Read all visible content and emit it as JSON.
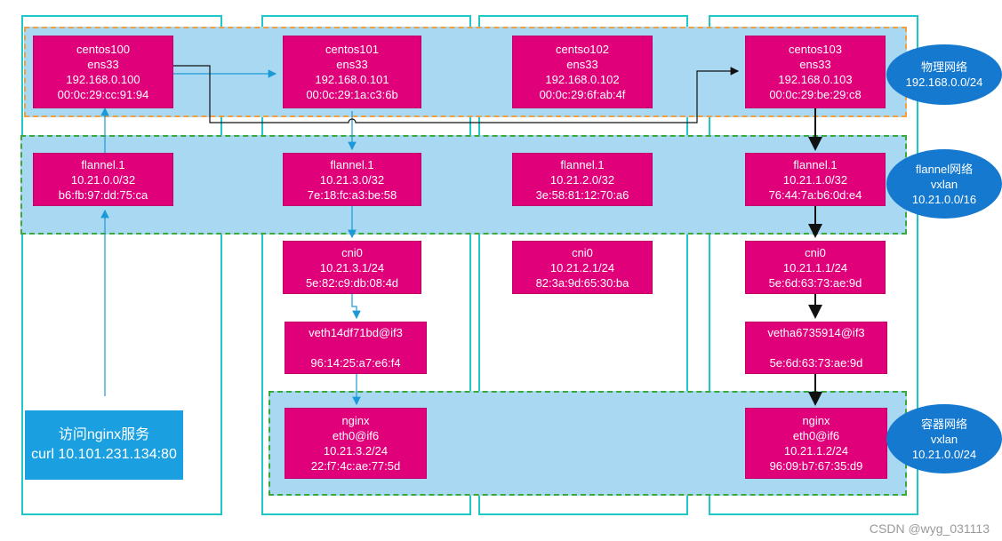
{
  "physical_net": {
    "name": "物理网络",
    "cidr": "192.168.0.0/24"
  },
  "flannel_net": {
    "name": "flannel网络",
    "type": "vxlan",
    "cidr": "10.21.0.0/16"
  },
  "container_net": {
    "name": "容器网络",
    "type": "vxlan",
    "cidr": "10.21.0.0/24"
  },
  "hosts": [
    {
      "name": "centos100",
      "iface": "ens33",
      "ip": "192.168.0.100",
      "mac": "00:0c:29:cc:91:94"
    },
    {
      "name": "centos101",
      "iface": "ens33",
      "ip": "192.168.0.101",
      "mac": "00:0c:29:1a:c3:6b"
    },
    {
      "name": "centso102",
      "iface": "ens33",
      "ip": "192.168.0.102",
      "mac": "00:0c:29:6f:ab:4f"
    },
    {
      "name": "centos103",
      "iface": "ens33",
      "ip": "192.168.0.103",
      "mac": "00:0c:29:be:29:c8"
    }
  ],
  "flannel": [
    {
      "name": "flannel.1",
      "ip": "10.21.0.0/32",
      "mac": "b6:fb:97:dd:75:ca"
    },
    {
      "name": "flannel.1",
      "ip": "10.21.3.0/32",
      "mac": "7e:18:fc:a3:be:58"
    },
    {
      "name": "flannel.1",
      "ip": "10.21.2.0/32",
      "mac": "3e:58:81:12:70:a6"
    },
    {
      "name": "flannel.1",
      "ip": "10.21.1.0/32",
      "mac": "76:44:7a:b6:0d:e4"
    }
  ],
  "cni": [
    {
      "name": "cni0",
      "ip": "10.21.3.1/24",
      "mac": "5e:82:c9:db:08:4d"
    },
    {
      "name": "cni0",
      "ip": "10.21.2.1/24",
      "mac": "82:3a:9d:65:30:ba"
    },
    {
      "name": "cni0",
      "ip": "10.21.1.1/24",
      "mac": "5e:6d:63:73:ae:9d"
    }
  ],
  "veth": [
    {
      "name": "veth14df71bd@if3",
      "mac": "96:14:25:a7:e6:f4"
    },
    {
      "name": "vetha6735914@if3",
      "mac": "5e:6d:63:73:ae:9d"
    }
  ],
  "pods": [
    {
      "name": "nginx",
      "iface": "eth0@if6",
      "ip": "10.21.3.2/24",
      "mac": "22:f7:4c:ae:77:5d"
    },
    {
      "name": "nginx",
      "iface": "eth0@if6",
      "ip": "10.21.1.2/24",
      "mac": "96:09:b7:67:35:d9"
    }
  ],
  "access": {
    "title": "访问nginx服务",
    "cmd": "curl 10.101.231.134:80"
  },
  "watermark": "CSDN @wyg_031113"
}
